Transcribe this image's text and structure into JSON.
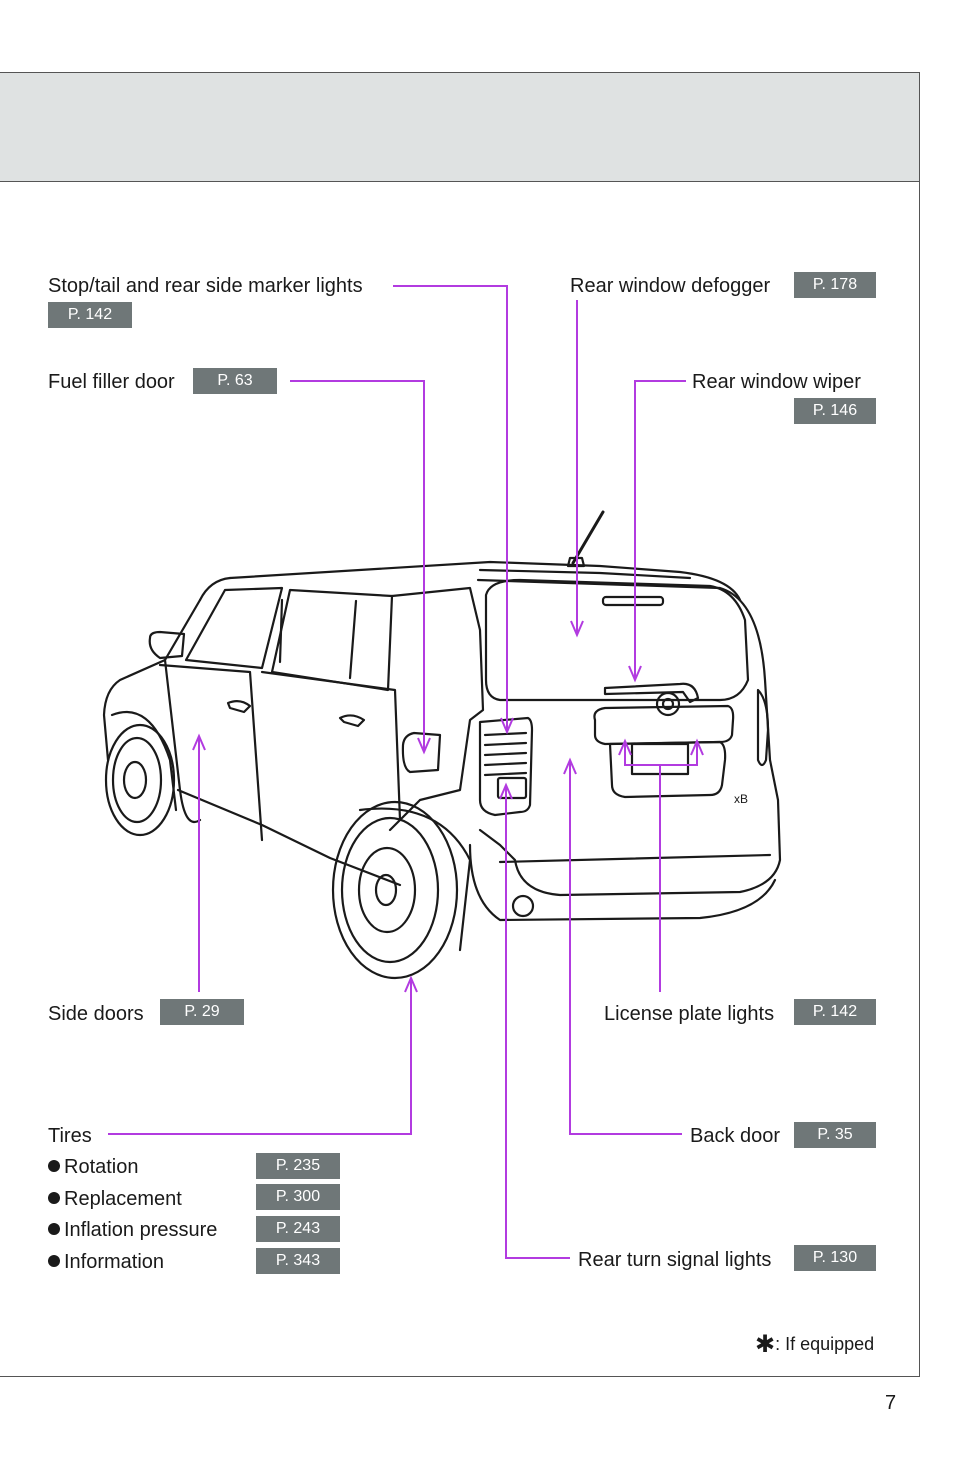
{
  "page_number": "7",
  "footnote": {
    "symbol": "✱",
    "text": ": If equipped"
  },
  "colors": {
    "leader": "#b23be0",
    "tag_bg": "#6f7778",
    "header_bg": "#dfe2e2"
  },
  "callouts": {
    "stop_tail": {
      "label": "Stop/tail and rear side marker lights",
      "page": "P. 142"
    },
    "fuel_door": {
      "label": "Fuel filler door",
      "page": "P. 63"
    },
    "defogger": {
      "label": "Rear window defogger",
      "page": "P. 178"
    },
    "wiper": {
      "label": "Rear window wiper",
      "page": "P. 146"
    },
    "side_doors": {
      "label": "Side doors",
      "page": "P. 29"
    },
    "license": {
      "label": "License plate lights",
      "page": "P. 142"
    },
    "back_door": {
      "label": "Back door",
      "page": "P. 35"
    },
    "turn_signal": {
      "label": "Rear turn signal lights",
      "page": "P. 130"
    }
  },
  "tires": {
    "title": "Tires",
    "items": [
      {
        "label": "Rotation",
        "page": "P. 235"
      },
      {
        "label": "Replacement",
        "page": "P. 300"
      },
      {
        "label": "Inflation pressure",
        "page": "P. 243"
      },
      {
        "label": "Information",
        "page": "P. 343"
      }
    ]
  },
  "illustration": {
    "badge": "xB"
  }
}
